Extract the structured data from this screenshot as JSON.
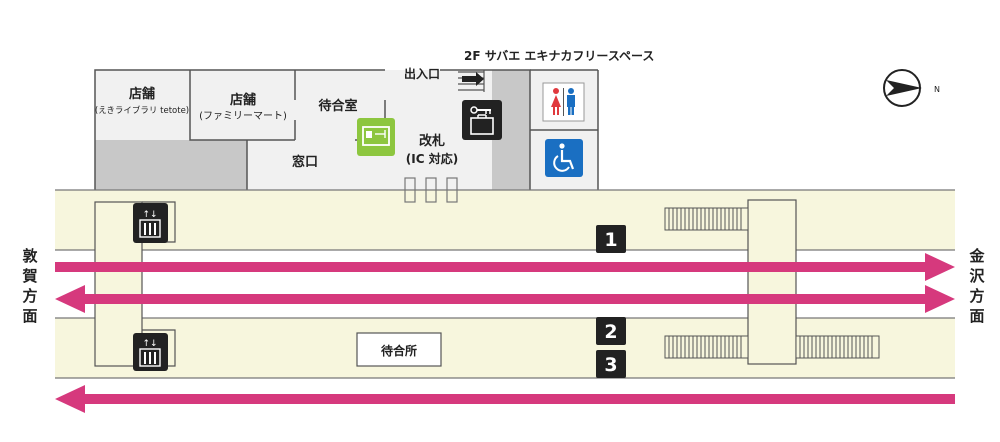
{
  "rooms": {
    "shop1_title": "店舗",
    "shop1_sub": "(えきライブラリ tetote)",
    "shop2_title": "店舗",
    "shop2_sub": "(ファミリーマート)",
    "waiting_room": "待合室",
    "ticket_window": "窓口",
    "gate_line1": "改札",
    "gate_line2": "(IC 対応)"
  },
  "top": {
    "exit_label": "出入口",
    "upper_floor": "2F サバエ エキナカフリースペース"
  },
  "platforms": {
    "p1": "1",
    "p2": "2",
    "p3": "3",
    "waiting_area": "待合所"
  },
  "directions": {
    "left": [
      "敦",
      "賀",
      "方",
      "面"
    ],
    "right": [
      "金",
      "沢",
      "方",
      "面"
    ]
  },
  "compass": {
    "north": "N"
  },
  "icons": {
    "restroom": "restroom-icon",
    "accessible": "wheelchair-icon",
    "locker": "coin-locker-icon",
    "ticket_machine": "ticket-machine-icon",
    "elevator": "elevator-icon"
  },
  "colors": {
    "track_arrow": "#d6397d",
    "platform_fill": "#f7f6dd",
    "building_fill": "#f1f1f1",
    "building_dark": "#c8c8c8",
    "ticket_green": "#8dc63f",
    "accessible_blue": "#1a6fc2",
    "badge_black": "#222222"
  }
}
